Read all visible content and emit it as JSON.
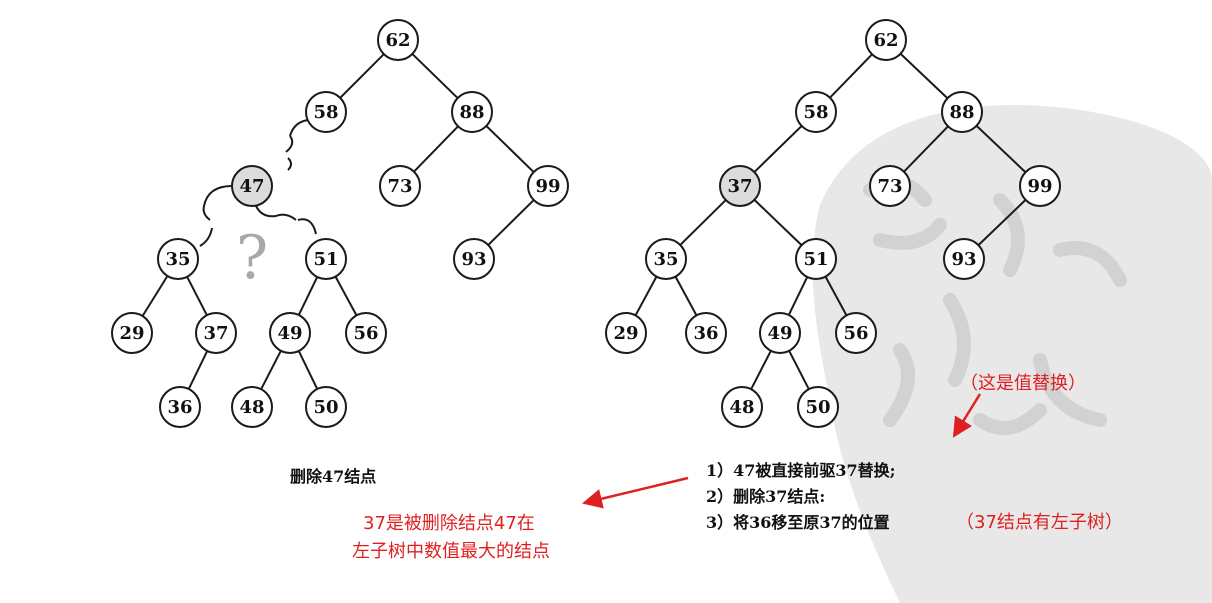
{
  "left_tree": {
    "caption": "删除47结点",
    "question_mark": "?",
    "nodes": [
      "62",
      "58",
      "88",
      "47",
      "73",
      "99",
      "35",
      "51",
      "93",
      "29",
      "37",
      "49",
      "56",
      "36",
      "48",
      "50"
    ]
  },
  "right_tree": {
    "nodes": [
      "62",
      "58",
      "88",
      "37",
      "73",
      "99",
      "35",
      "51",
      "93",
      "29",
      "36",
      "49",
      "56",
      "48",
      "50"
    ]
  },
  "steps": [
    "1）47被直接前驱37替换;",
    "2）删除37结点:",
    "3）将36移至原37的位置"
  ],
  "annotations": {
    "value_replace": "（这是值替换）",
    "left_subtree_note": "（37结点有左子树）",
    "max_note_line1": "37是被删除结点47在",
    "max_note_line2": "左子树中数值最大的结点"
  },
  "colors": {
    "annotation": "#e02020",
    "highlight_node": "#dcdcdc",
    "watermark": "#e6e6e6"
  }
}
